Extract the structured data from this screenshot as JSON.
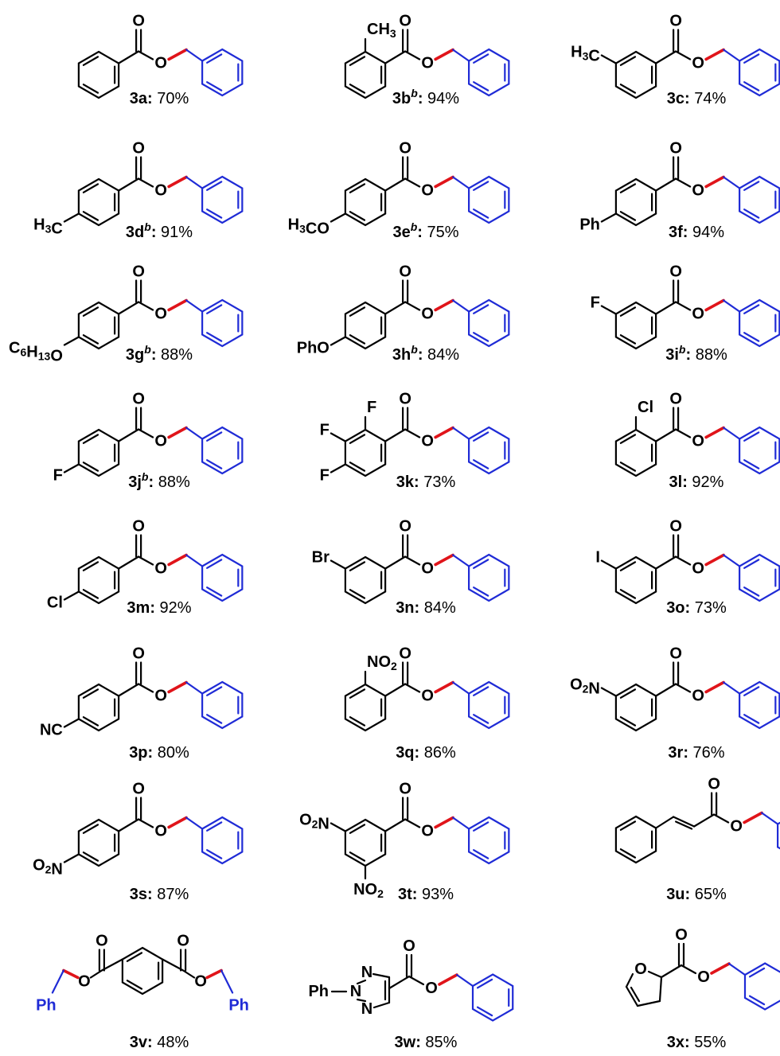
{
  "compounds": [
    {
      "id": "3a",
      "sup": "",
      "yield": "70%",
      "sub": {
        "ortho": "",
        "meta": "",
        "para": ""
      }
    },
    {
      "id": "3b",
      "sup": "b",
      "yield": "94%",
      "sub": {
        "ortho": "CH3",
        "meta": "",
        "para": ""
      }
    },
    {
      "id": "3c",
      "sup": "",
      "yield": "74%",
      "sub": {
        "ortho": "",
        "meta": "H3C",
        "para": ""
      }
    },
    {
      "id": "3d",
      "sup": "b",
      "yield": "91%",
      "sub": {
        "ortho": "",
        "meta": "",
        "para": "H3C"
      }
    },
    {
      "id": "3e",
      "sup": "b",
      "yield": "75%",
      "sub": {
        "ortho": "",
        "meta": "",
        "para": "H3CO"
      }
    },
    {
      "id": "3f",
      "sup": "",
      "yield": "94%",
      "sub": {
        "ortho": "",
        "meta": "",
        "para": "Ph"
      }
    },
    {
      "id": "3g",
      "sup": "b",
      "yield": "88%",
      "sub": {
        "ortho": "",
        "meta": "",
        "para": "C6H13O"
      }
    },
    {
      "id": "3h",
      "sup": "b",
      "yield": "84%",
      "sub": {
        "ortho": "",
        "meta": "",
        "para": "PhO"
      }
    },
    {
      "id": "3i",
      "sup": "b",
      "yield": "88%",
      "sub": {
        "ortho": "",
        "meta": "F",
        "para": ""
      }
    },
    {
      "id": "3j",
      "sup": "b",
      "yield": "88%",
      "sub": {
        "ortho": "",
        "meta": "",
        "para": "F"
      }
    },
    {
      "id": "3k",
      "sup": "",
      "yield": "73%",
      "sub": {
        "ortho": "F",
        "meta": "F",
        "para": "F"
      }
    },
    {
      "id": "3l",
      "sup": "",
      "yield": "92%",
      "sub": {
        "ortho": "Cl",
        "meta": "",
        "para": ""
      }
    },
    {
      "id": "3m",
      "sup": "",
      "yield": "92%",
      "sub": {
        "ortho": "",
        "meta": "",
        "para": "Cl"
      }
    },
    {
      "id": "3n",
      "sup": "",
      "yield": "84%",
      "sub": {
        "ortho": "",
        "meta": "Br",
        "para": ""
      }
    },
    {
      "id": "3o",
      "sup": "",
      "yield": "73%",
      "sub": {
        "ortho": "",
        "meta": "I",
        "para": ""
      }
    },
    {
      "id": "3p",
      "sup": "",
      "yield": "80%",
      "sub": {
        "ortho": "",
        "meta": "",
        "para": "NC"
      }
    },
    {
      "id": "3q",
      "sup": "",
      "yield": "86%",
      "sub": {
        "ortho": "NO2",
        "meta": "",
        "para": ""
      }
    },
    {
      "id": "3r",
      "sup": "",
      "yield": "76%",
      "sub": {
        "ortho": "",
        "meta": "O2N",
        "para": ""
      }
    },
    {
      "id": "3s",
      "sup": "",
      "yield": "87%",
      "sub": {
        "ortho": "",
        "meta": "",
        "para": "O2N"
      }
    },
    {
      "id": "3t",
      "sup": "",
      "yield": "93%",
      "sub": {
        "ortho": "",
        "meta": "O2N",
        "para": "",
        "meta2": "NO2"
      }
    },
    {
      "id": "3u",
      "sup": "",
      "yield": "65%",
      "sub": {
        "ortho": "",
        "meta": "",
        "para": ""
      }
    },
    {
      "id": "3v",
      "sup": "",
      "yield": "48%",
      "sub": {
        "ortho": "",
        "meta": "",
        "para": ""
      },
      "groups": [
        "Ph",
        "Ph"
      ]
    },
    {
      "id": "3w",
      "sup": "",
      "yield": "85%",
      "sub": {
        "ortho": "",
        "meta": "",
        "para": ""
      },
      "groups": [
        "Ph",
        "N",
        "N",
        "N"
      ]
    },
    {
      "id": "3x",
      "sup": "",
      "yield": "55%",
      "sub": {
        "ortho": "",
        "meta": "",
        "para": ""
      },
      "groups": [
        "O"
      ]
    }
  ],
  "atoms": {
    "carbonyl_o": "O",
    "ester_o": "O"
  },
  "colors": {
    "bond": "#000000",
    "benzyl": "#1f2bd6",
    "new_bond": "#e0141a"
  }
}
